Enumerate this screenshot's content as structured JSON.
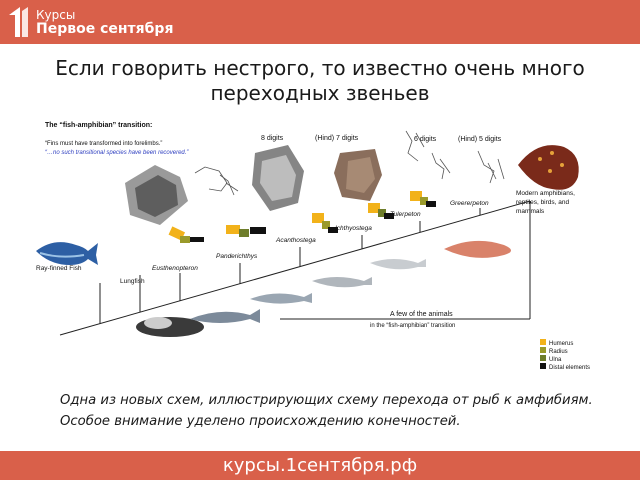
{
  "header": {
    "logo_line1": "Курсы",
    "logo_line2": "Первое сентября",
    "logo_digit": "1",
    "accent": "#d9604a"
  },
  "slide": {
    "title_line1": "Если говорить нестрого, то известно очень много",
    "title_line2": "переходных звеньев"
  },
  "figure": {
    "heading": "The “fish-amphibian” transition:",
    "quote1": "“Fins must have transformed into forelimbs.”",
    "quote2": "“…no such transitional species have been recovered.”",
    "digit_labels": [
      "8 digits",
      "(Hind) 7 digits",
      "6 digits",
      "(Hind) 5 digits"
    ],
    "taxa": {
      "greererpeton": "Greererpeton",
      "modern1": "Modern amphibians,",
      "modern2": "reptiles, birds, and",
      "modern3": "mammals",
      "tulerpeton": "Tulerpeton",
      "ichthyostega": "Ichthyostega",
      "acanthostega": "Acanthostega",
      "panderichthys": "Panderichthys",
      "eusthenopteron": "Eusthenopteron",
      "lungfish": "Lungfish",
      "rayfinned": "Ray-finned Fish"
    },
    "animals_note1": "A few of the animals",
    "animals_note2": "in the “fish-amphibian” transition",
    "legend": [
      {
        "label": "Humerus",
        "color": "#f2b21a"
      },
      {
        "label": "Radius",
        "color": "#9a9a2a"
      },
      {
        "label": "Ulna",
        "color": "#6e7d2a"
      },
      {
        "label": "Distal elements",
        "color": "#111111"
      }
    ]
  },
  "caption": {
    "line1": "Одна  из новых схем, иллюстрирующих схему перехода от рыб к амфибиям.",
    "line2": "Особое внимание уделено происхождению конечностей."
  },
  "footer": {
    "url": "курсы.1сентября.рф"
  }
}
